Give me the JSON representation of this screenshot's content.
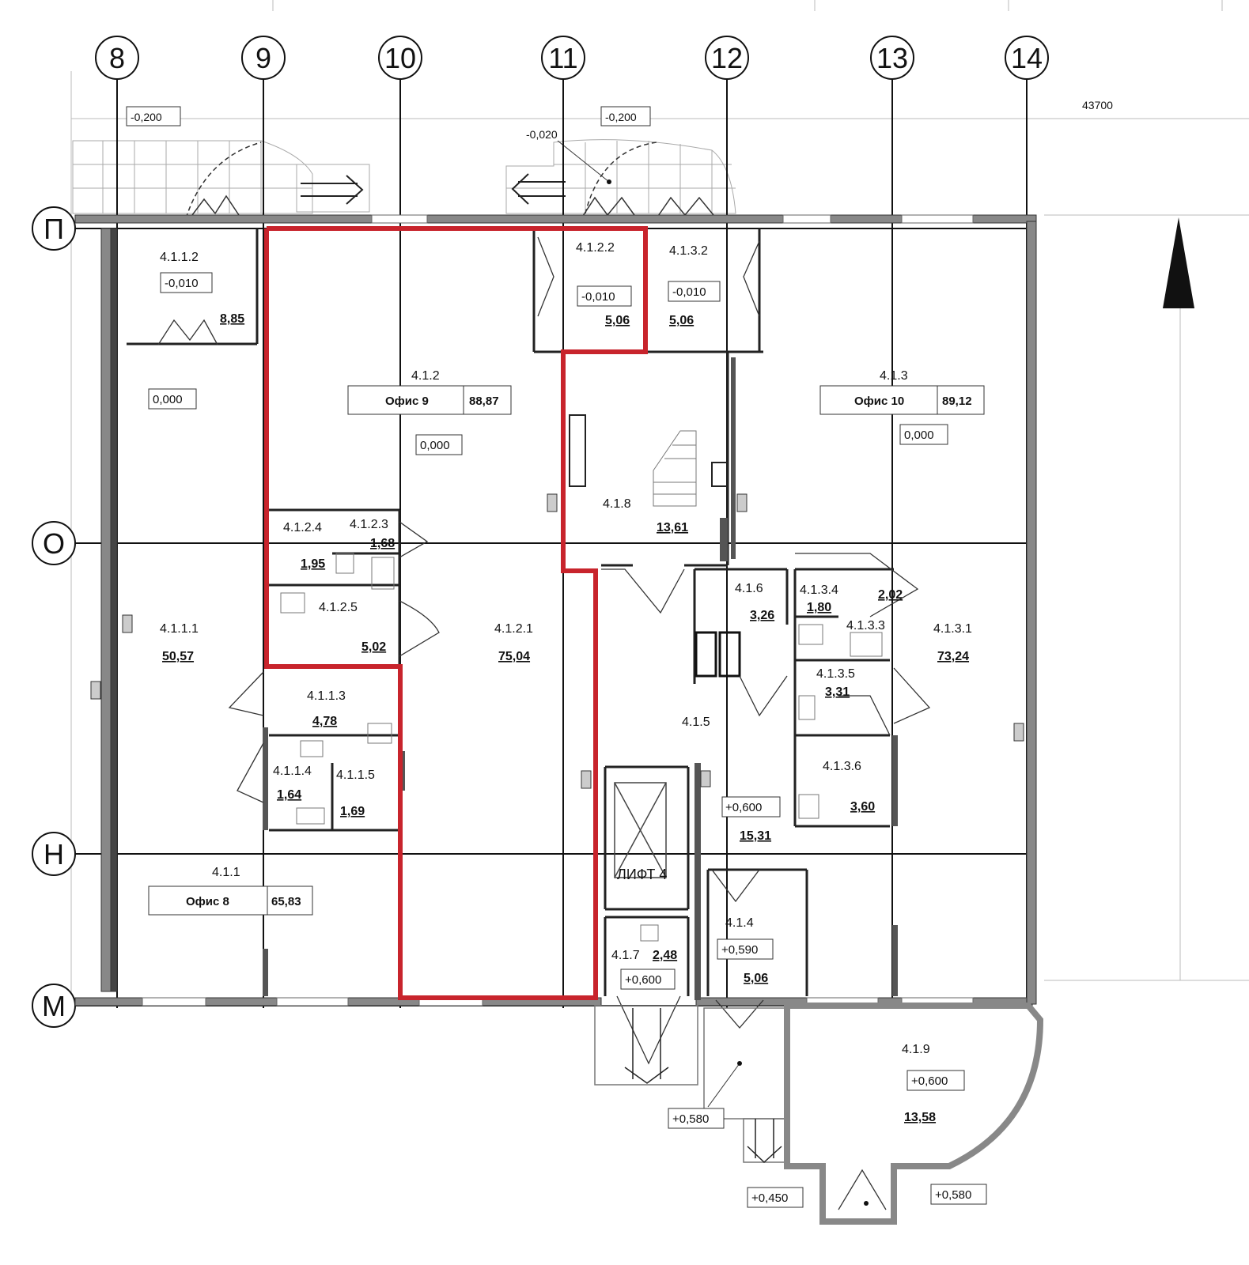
{
  "axes": {
    "columns": [
      "8",
      "9",
      "10",
      "11",
      "12",
      "13",
      "14"
    ],
    "rows": [
      "П",
      "О",
      "Н",
      "М"
    ]
  },
  "dimension": "43700",
  "outside": {
    "lvl_left": "-0,200",
    "lvl_mid": "-0,200",
    "lvl_ramp": "-0,020"
  },
  "rooms": {
    "r4112": {
      "id": "4.1.1.2",
      "lvl": "-0,010",
      "area": "8,85"
    },
    "r4111_lvl": "0,000",
    "r412": {
      "id": "4.1.2",
      "name": "Офис 9",
      "area": "88,87",
      "lvl": "0,000"
    },
    "r4122": {
      "id": "4.1.2.2",
      "lvl": "-0,010",
      "area": "5,06"
    },
    "r4132": {
      "id": "4.1.3.2",
      "lvl": "-0,010",
      "area": "5,06"
    },
    "r413": {
      "id": "4.1.3",
      "name": "Офис 10",
      "area": "89,12",
      "lvl": "0,000"
    },
    "r418": {
      "id": "4.1.8",
      "area": "13,61"
    },
    "r4124": {
      "id": "4.1.2.4",
      "area": "1,95"
    },
    "r4123": {
      "id": "4.1.2.3",
      "area": "1,68"
    },
    "r4125": {
      "id": "4.1.2.5",
      "area": "5,02"
    },
    "r4111": {
      "id": "4.1.1.1",
      "area": "50,57"
    },
    "r4121": {
      "id": "4.1.2.1",
      "area": "75,04"
    },
    "r416": {
      "id": "4.1.6",
      "area": "3,26"
    },
    "r4134": {
      "id": "4.1.3.4",
      "area": "1,80"
    },
    "r4133": {
      "id": "4.1.3.3",
      "area": "2,02"
    },
    "r4131": {
      "id": "4.1.3.1",
      "area": "73,24"
    },
    "r4113": {
      "id": "4.1.1.3",
      "area": "4,78"
    },
    "r4135": {
      "id": "4.1.3.5",
      "area": "3,31"
    },
    "r415": {
      "id": "4.1.5",
      "lvl": "+0,600",
      "area": "15,31"
    },
    "r4114": {
      "id": "4.1.1.4",
      "area": "1,64"
    },
    "r4115": {
      "id": "4.1.1.5",
      "area": "1,69"
    },
    "r4136": {
      "id": "4.1.3.6",
      "area": "3,60"
    },
    "lift": "ЛИФТ 4",
    "r411": {
      "id": "4.1.1",
      "name": "Офис 8",
      "area": "65,83"
    },
    "r414": {
      "id": "4.1.4",
      "lvl": "+0,590",
      "area": "5,06"
    },
    "r417": {
      "id": "4.1.7",
      "area": "2,48",
      "lvl": "+0,600"
    },
    "r419": {
      "id": "4.1.9",
      "lvl": "+0,600",
      "area": "13,58"
    }
  },
  "levels_bottom": {
    "a": "+0,580",
    "b": "+0,450",
    "c": "+0,580"
  },
  "colors": {
    "highlight": "#c8242c",
    "lines": "#111111",
    "wall": "#777777"
  }
}
